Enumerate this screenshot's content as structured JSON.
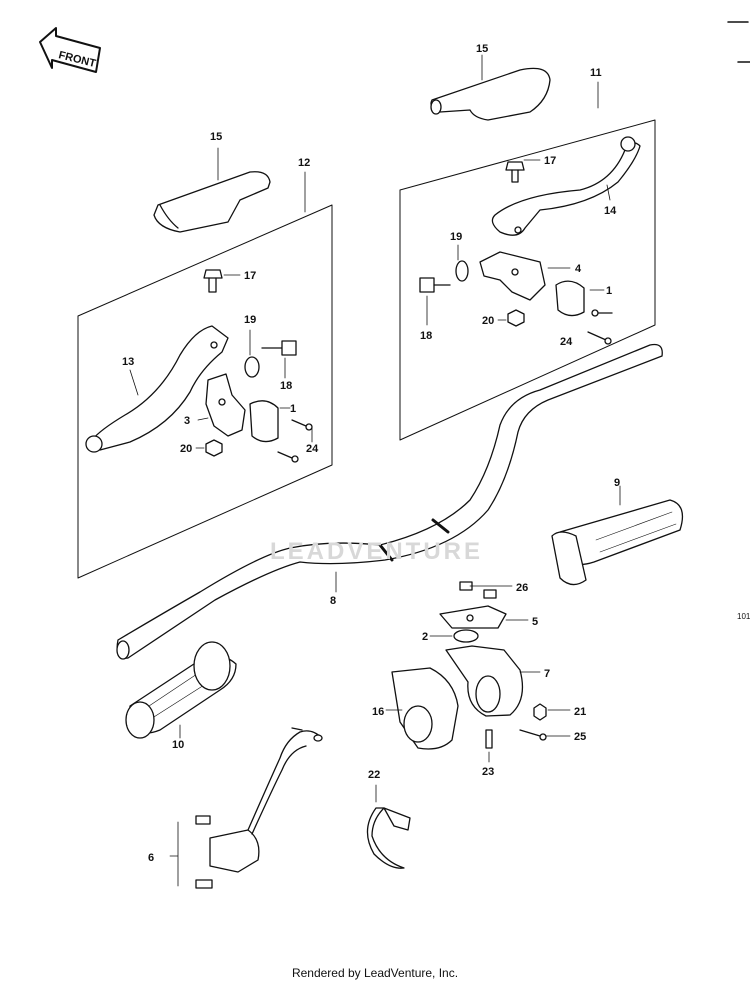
{
  "front_label": "FRONT",
  "callouts": {
    "c1a": "1",
    "c1b": "1",
    "c2": "2",
    "c3": "3",
    "c4": "4",
    "c5": "5",
    "c6": "6",
    "c7": "7",
    "c8": "8",
    "c9": "9",
    "c10": "10",
    "c11": "11",
    "c12": "12",
    "c13": "13",
    "c14": "14",
    "c15a": "15",
    "c15b": "15",
    "c16": "16",
    "c17a": "17",
    "c17b": "17",
    "c18a": "18",
    "c18b": "18",
    "c19a": "19",
    "c19b": "19",
    "c20a": "20",
    "c20b": "20",
    "c21": "21",
    "c22": "22",
    "c23": "23",
    "c24a": "24",
    "c24b": "24",
    "c25": "25",
    "c26": "26"
  },
  "watermark": "LEADVENTURE",
  "side_code": "101",
  "footer": "Rendered by LeadVenture, Inc."
}
